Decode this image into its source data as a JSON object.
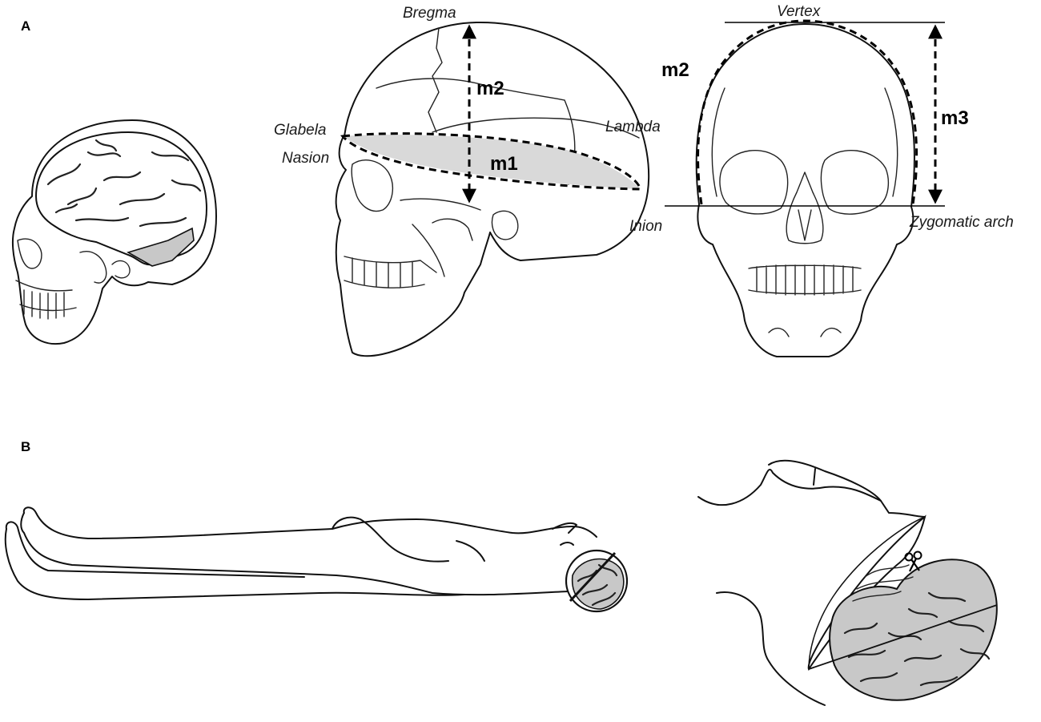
{
  "panels": {
    "a": "A",
    "b": "B"
  },
  "landmarks": {
    "bregma": "Bregma",
    "glabela": "Glabela",
    "nasion": "Nasion",
    "lambda": "Lambda",
    "inion": "Inion",
    "vertex": "Vertex",
    "zygomatic_arch": "Zygomatic arch"
  },
  "measurements": {
    "m1": "m1",
    "m2_lateral": "m2",
    "m2_frontal": "m2",
    "m3": "m3"
  },
  "icons": {
    "scissors": "scissors-icon"
  },
  "colors": {
    "line": "#111111",
    "shade": "#d9d9d9",
    "brain_fill": "#c8c8c8"
  }
}
